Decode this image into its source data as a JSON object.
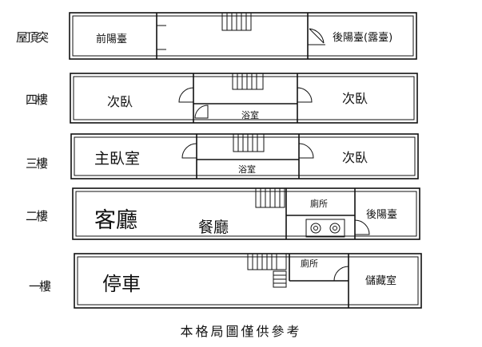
{
  "floors": {
    "roof": {
      "label": "屋頂突",
      "rooms": {
        "front_balcony": "前陽臺",
        "back_balcony": "後陽臺(露臺)"
      }
    },
    "f4": {
      "label": "四樓",
      "rooms": {
        "bedroom_left": "次臥",
        "bathroom": "浴室",
        "bedroom_right": "次臥"
      }
    },
    "f3": {
      "label": "三樓",
      "rooms": {
        "master_bedroom": "主臥室",
        "bathroom": "浴室",
        "bedroom_right": "次臥"
      }
    },
    "f2": {
      "label": "二樓",
      "rooms": {
        "living_room": "客廳",
        "dining_room": "餐廳",
        "toilet": "廁所",
        "back_balcony": "後陽臺"
      }
    },
    "f1": {
      "label": "一樓",
      "rooms": {
        "garage": "停車",
        "toilet": "廁所",
        "storage": "儲藏室"
      }
    }
  },
  "caption": "本格局圖僅供參考",
  "colors": {
    "wall": "#111111",
    "background": "#ffffff"
  }
}
